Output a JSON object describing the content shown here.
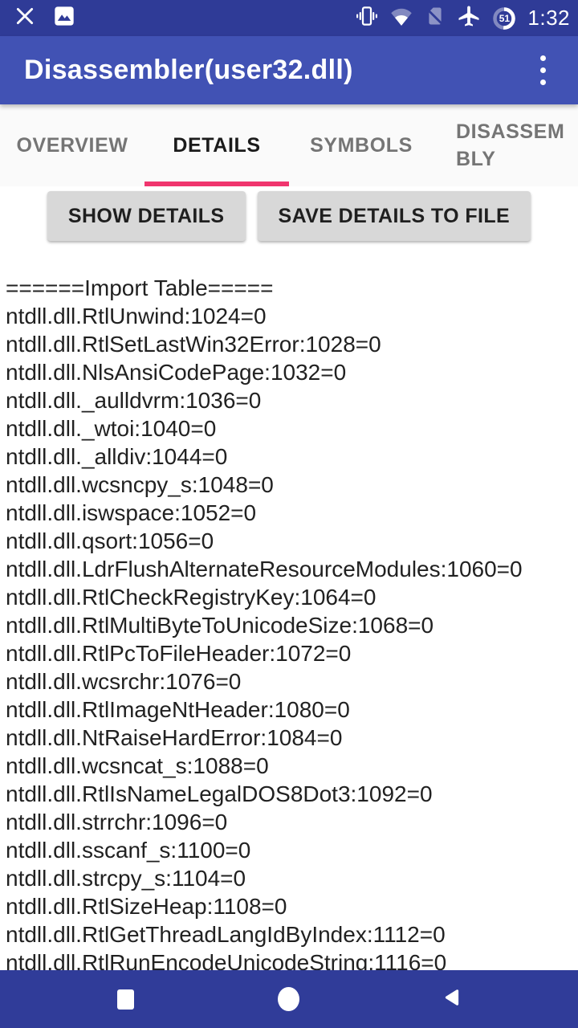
{
  "status_bar": {
    "time": "1:32",
    "battery_percent": "51",
    "icons": [
      "close-icon",
      "image-notification-icon",
      "vibrate-icon",
      "wifi-icon",
      "no-sim-icon",
      "airplane-icon",
      "battery-circle-icon"
    ]
  },
  "app_bar": {
    "title": "Disassembler(user32.dll)",
    "overflow_menu": "more-options"
  },
  "tabs": [
    {
      "label": "OVERVIEW",
      "active": false
    },
    {
      "label": "DETAILS",
      "active": true
    },
    {
      "label": "SYMBOLS",
      "active": false
    },
    {
      "label": "DISASSEMBLY",
      "active": false,
      "line1": "DISASSEM",
      "line2": "BLY"
    }
  ],
  "actions": {
    "show_details": "SHOW DETAILS",
    "save_details": "SAVE DETAILS TO FILE"
  },
  "output": {
    "header": "======Import Table=====",
    "lines": [
      "ntdll.dll.RtlUnwind:1024=0",
      "ntdll.dll.RtlSetLastWin32Error:1028=0",
      "ntdll.dll.NlsAnsiCodePage:1032=0",
      "ntdll.dll._aulldvrm:1036=0",
      "ntdll.dll._wtoi:1040=0",
      "ntdll.dll._alldiv:1044=0",
      "ntdll.dll.wcsncpy_s:1048=0",
      "ntdll.dll.iswspace:1052=0",
      "ntdll.dll.qsort:1056=0",
      "ntdll.dll.LdrFlushAlternateResourceModules:1060=0",
      "ntdll.dll.RtlCheckRegistryKey:1064=0",
      "ntdll.dll.RtlMultiByteToUnicodeSize:1068=0",
      "ntdll.dll.RtlPcToFileHeader:1072=0",
      "ntdll.dll.wcsrchr:1076=0",
      "ntdll.dll.RtlImageNtHeader:1080=0",
      "ntdll.dll.NtRaiseHardError:1084=0",
      "ntdll.dll.wcsncat_s:1088=0",
      "ntdll.dll.RtlIsNameLegalDOS8Dot3:1092=0",
      "ntdll.dll.strrchr:1096=0",
      "ntdll.dll.sscanf_s:1100=0",
      "ntdll.dll.strcpy_s:1104=0",
      "ntdll.dll.RtlSizeHeap:1108=0",
      "ntdll.dll.RtlGetThreadLangIdByIndex:1112=0",
      "ntdll.dll.RtlRunEncodeUnicodeString:1116=0"
    ]
  },
  "nav_bar": {
    "icons": [
      "recents-square-icon",
      "home-circle-icon",
      "back-triangle-icon"
    ]
  },
  "colors": {
    "status_bar_bg": "#2f3b97",
    "app_bar_bg": "#4152b4",
    "nav_bar_bg": "#303c99",
    "tab_bar_bg": "#fafafa",
    "tab_indicator": "#f0356e",
    "tab_inactive_text": "#757575",
    "tab_active_text": "#1b1b1b",
    "button_bg": "#d8d8d8",
    "body_text": "#212121"
  }
}
